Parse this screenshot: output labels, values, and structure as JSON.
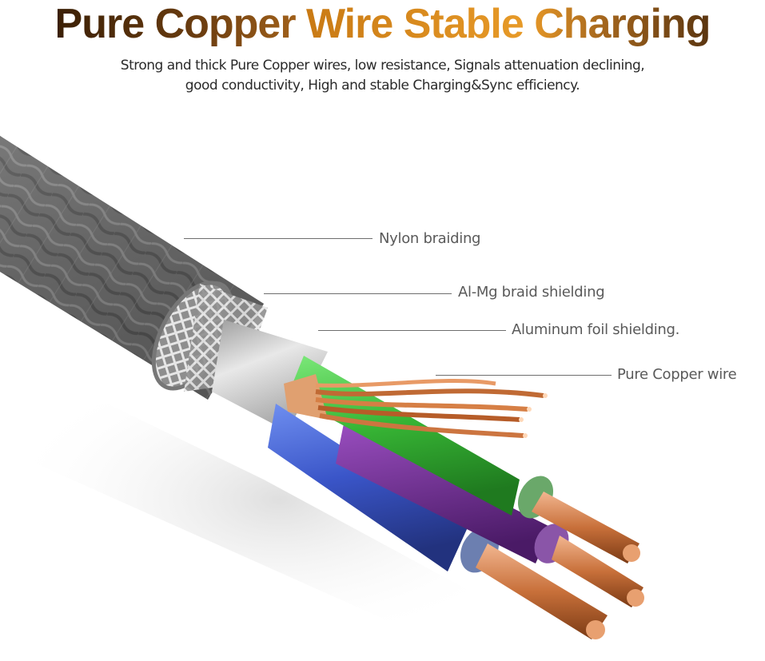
{
  "header": {
    "title_part1": "Pure Copper",
    "title_part2": "Wire  Stable",
    "title_part3": "Charging",
    "subtitle_line1": "Strong and thick Pure Copper wires, low resistance, Signals attenuation declining,",
    "subtitle_line2": "good conductivity, High and stable Charging&Sync efficiency."
  },
  "callouts": [
    {
      "label": "Nylon braiding"
    },
    {
      "label": "Al-Mg braid shielding"
    },
    {
      "label": "Aluminum foil shielding."
    },
    {
      "label": "Pure Copper wire"
    }
  ],
  "colors": {
    "title_dark": "#4a2a0a",
    "title_gold": "#d9891a",
    "braid": "#6d6d6d",
    "foil": "#c4c4c4",
    "green_wire": "#3cb43c",
    "blue_wire": "#3a55c8",
    "purple_wire": "#6a2a8a",
    "copper": "#c8703a"
  },
  "illustration": {
    "subject": "cable-cross-section"
  }
}
